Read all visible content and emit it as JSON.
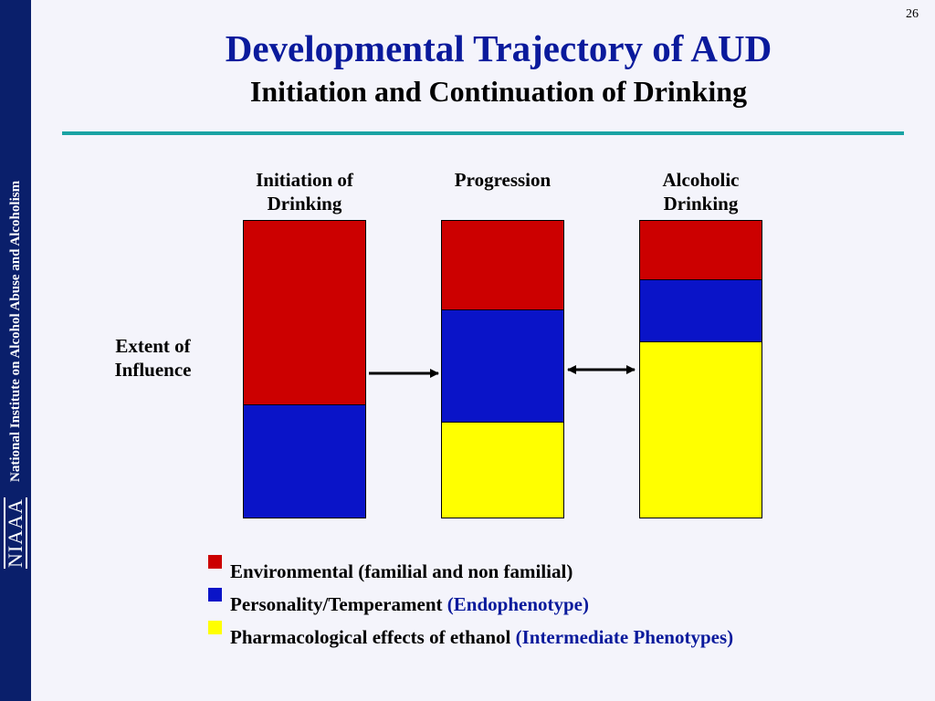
{
  "slide": {
    "page_number": "26",
    "title": "Developmental Trajectory of AUD",
    "subtitle": "Initiation and Continuation of Drinking"
  },
  "sidebar": {
    "org_name": "National Institute on Alcohol Abuse and Alcoholism",
    "logo_text": "NIAAA",
    "color": "#0a1f6b"
  },
  "diagram": {
    "y_label": "Extent of Influence",
    "y_label_lines": [
      "Extent of",
      "Influence"
    ],
    "stages": [
      {
        "label": "Initiation of Drinking",
        "label_lines": [
          "Initiation of",
          "Drinking"
        ],
        "segments": [
          {
            "factor": "environmental",
            "share": 0.62
          },
          {
            "factor": "personality",
            "share": 0.38
          }
        ]
      },
      {
        "label": "Progression",
        "label_lines": [
          "Progression",
          ""
        ],
        "segments": [
          {
            "factor": "environmental",
            "share": 0.3
          },
          {
            "factor": "personality",
            "share": 0.38
          },
          {
            "factor": "pharmacological",
            "share": 0.32
          }
        ]
      },
      {
        "label": "Alcoholic Drinking",
        "label_lines": [
          "Alcoholic",
          "Drinking"
        ],
        "segments": [
          {
            "factor": "environmental",
            "share": 0.2
          },
          {
            "factor": "personality",
            "share": 0.21
          },
          {
            "factor": "pharmacological",
            "share": 0.59
          }
        ]
      }
    ],
    "connectors": [
      {
        "from": "Initiation of Drinking",
        "to": "Progression",
        "type": "one-way-arrow"
      },
      {
        "from": "Progression",
        "to": "Alcoholic Drinking",
        "type": "two-way-arrow"
      }
    ]
  },
  "legend": [
    {
      "factor": "environmental",
      "color": "#cc0000",
      "text": "Environmental (familial and non familial)",
      "note": ""
    },
    {
      "factor": "personality",
      "color": "#0a14c8",
      "text": "Personality/Temperament ",
      "note": "(Endophenotype)"
    },
    {
      "factor": "pharmacological",
      "color": "#ffff00",
      "text": "Pharmacological effects of ethanol ",
      "note": "(Intermediate Phenotypes)"
    }
  ]
}
